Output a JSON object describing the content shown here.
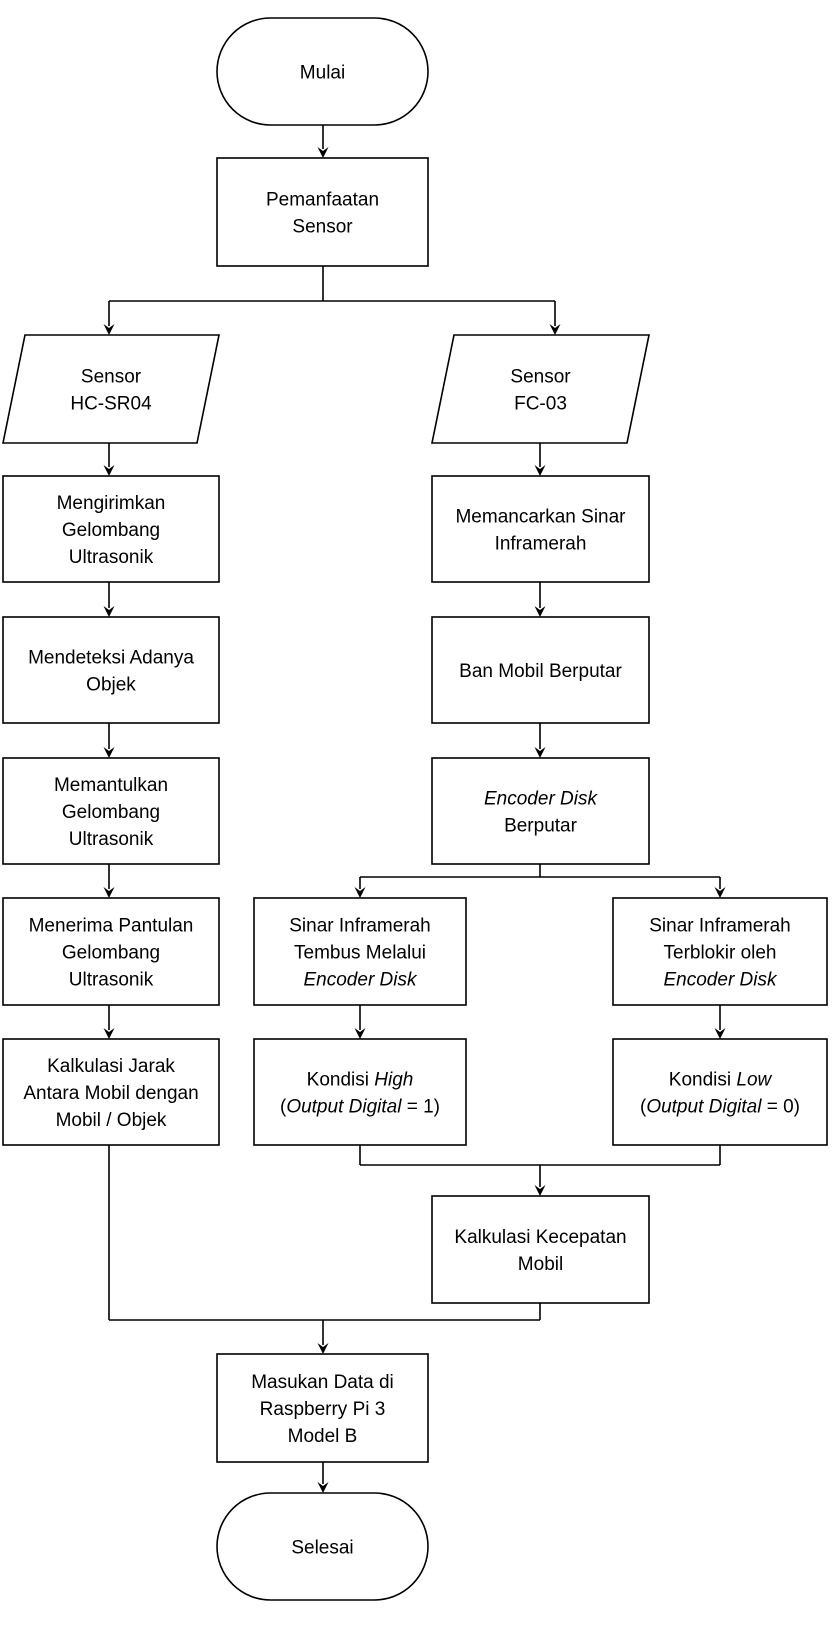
{
  "flowchart": {
    "nodes": [
      {
        "id": "start",
        "lines": [
          [
            {
              "t": "Mulai"
            }
          ]
        ]
      },
      {
        "id": "sensor-use",
        "lines": [
          [
            {
              "t": "Pemanfaatan"
            }
          ],
          [
            {
              "t": "Sensor"
            }
          ]
        ]
      },
      {
        "id": "sensor-hcsr04",
        "lines": [
          [
            {
              "t": "Sensor"
            }
          ],
          [
            {
              "t": "HC-SR04"
            }
          ]
        ]
      },
      {
        "id": "send-wave",
        "lines": [
          [
            {
              "t": "Mengirimkan"
            }
          ],
          [
            {
              "t": "Gelombang"
            }
          ],
          [
            {
              "t": "Ultrasonik"
            }
          ]
        ]
      },
      {
        "id": "detect-object",
        "lines": [
          [
            {
              "t": "Mendeteksi Adanya"
            }
          ],
          [
            {
              "t": "Objek"
            }
          ]
        ]
      },
      {
        "id": "reflect-wave",
        "lines": [
          [
            {
              "t": "Memantulkan"
            }
          ],
          [
            {
              "t": "Gelombang"
            }
          ],
          [
            {
              "t": "Ultrasonik"
            }
          ]
        ]
      },
      {
        "id": "receive-reflection",
        "lines": [
          [
            {
              "t": "Menerima Pantulan"
            }
          ],
          [
            {
              "t": "Gelombang"
            }
          ],
          [
            {
              "t": "Ultrasonik"
            }
          ]
        ]
      },
      {
        "id": "calc-distance",
        "lines": [
          [
            {
              "t": "Kalkulasi Jarak"
            }
          ],
          [
            {
              "t": "Antara Mobil dengan"
            }
          ],
          [
            {
              "t": "Mobil / Objek"
            }
          ]
        ]
      },
      {
        "id": "sensor-fc03",
        "lines": [
          [
            {
              "t": "Sensor"
            }
          ],
          [
            {
              "t": "FC-03"
            }
          ]
        ]
      },
      {
        "id": "emit-ir",
        "lines": [
          [
            {
              "t": "Memancarkan Sinar"
            }
          ],
          [
            {
              "t": "Inframerah"
            }
          ]
        ]
      },
      {
        "id": "wheel-rotate",
        "lines": [
          [
            {
              "t": "Ban Mobil Berputar"
            }
          ]
        ]
      },
      {
        "id": "disk-rotate",
        "lines": [
          [
            {
              "t": "Encoder Disk",
              "i": true
            }
          ],
          [
            {
              "t": "Berputar"
            }
          ]
        ]
      },
      {
        "id": "ir-through",
        "lines": [
          [
            {
              "t": "Sinar Inframerah"
            }
          ],
          [
            {
              "t": "Tembus Melalui"
            }
          ],
          [
            {
              "t": "Encoder Disk",
              "i": true
            }
          ]
        ]
      },
      {
        "id": "ir-blocked",
        "lines": [
          [
            {
              "t": "Sinar Inframerah"
            }
          ],
          [
            {
              "t": "Terblokir oleh"
            }
          ],
          [
            {
              "t": "Encoder Disk",
              "i": true
            }
          ]
        ]
      },
      {
        "id": "state-high",
        "lines": [
          [
            {
              "t": "Kondisi "
            },
            {
              "t": "High",
              "i": true
            }
          ],
          [
            {
              "t": "("
            },
            {
              "t": "Output Digital",
              "i": true
            },
            {
              "t": " = 1)"
            }
          ]
        ]
      },
      {
        "id": "state-low",
        "lines": [
          [
            {
              "t": "Kondisi "
            },
            {
              "t": "Low",
              "i": true
            }
          ],
          [
            {
              "t": "("
            },
            {
              "t": "Output Digital",
              "i": true
            },
            {
              "t": " = 0)"
            }
          ]
        ]
      },
      {
        "id": "calc-speed",
        "lines": [
          [
            {
              "t": "Kalkulasi Kecepatan"
            }
          ],
          [
            {
              "t": "Mobil"
            }
          ]
        ]
      },
      {
        "id": "input-data",
        "lines": [
          [
            {
              "t": "Masukan Data di"
            }
          ],
          [
            {
              "t": "Raspberry Pi 3"
            }
          ],
          [
            {
              "t": "Model B"
            }
          ]
        ]
      },
      {
        "id": "end",
        "lines": [
          [
            {
              "t": "Selesai"
            }
          ]
        ]
      }
    ]
  }
}
